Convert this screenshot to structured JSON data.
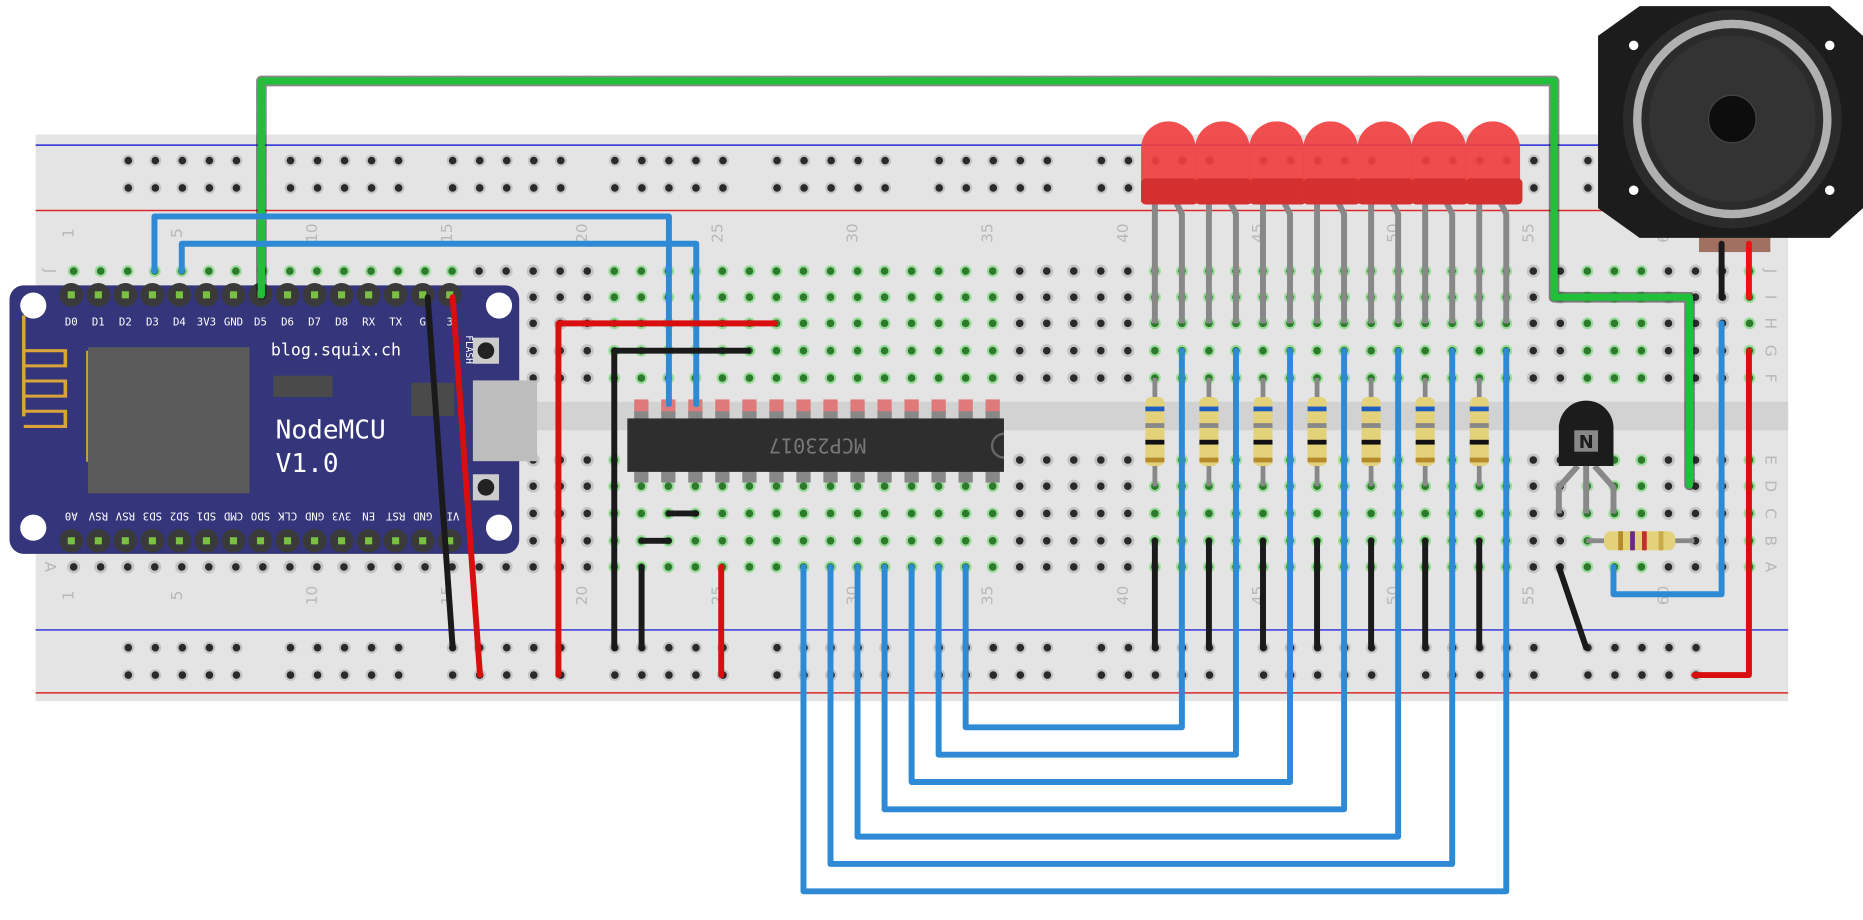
{
  "nodemcu": {
    "brand": "blog.squix.ch",
    "name": "NodeMCU",
    "version": "V1.0",
    "flash_label": "FLASH",
    "top_pins": [
      "D0",
      "D1",
      "D2",
      "D3",
      "D4",
      "3V3",
      "GND",
      "D5",
      "D6",
      "D7",
      "D8",
      "RX",
      "TX",
      "G",
      "3"
    ],
    "bottom_pins": [
      "A0",
      "RSV",
      "RSV",
      "SD3",
      "SD2",
      "SD1",
      "CMD",
      "SDO",
      "CLK",
      "GND",
      "3V3",
      "EN",
      "RST",
      "GND",
      "VIN"
    ]
  },
  "chip": {
    "label": "MCP23017"
  },
  "transistor": {
    "label": "N"
  },
  "breadboard": {
    "row_labels": [
      "J",
      "I",
      "H",
      "G",
      "F",
      "E",
      "D",
      "C",
      "B",
      "A"
    ],
    "column_numbers": [
      "1",
      "5",
      "10",
      "15",
      "20",
      "25",
      "30",
      "35",
      "40",
      "45",
      "50",
      "55",
      "60"
    ]
  },
  "colors": {
    "wire_green": "#22c03a",
    "wire_blue": "#2f8ad6",
    "wire_red": "#d90e0e",
    "wire_black": "#1a1a1a",
    "led": "#f04040",
    "board": "#34357a"
  },
  "leds": {
    "count": 7,
    "color": "red"
  },
  "resistors": {
    "count": 8
  }
}
